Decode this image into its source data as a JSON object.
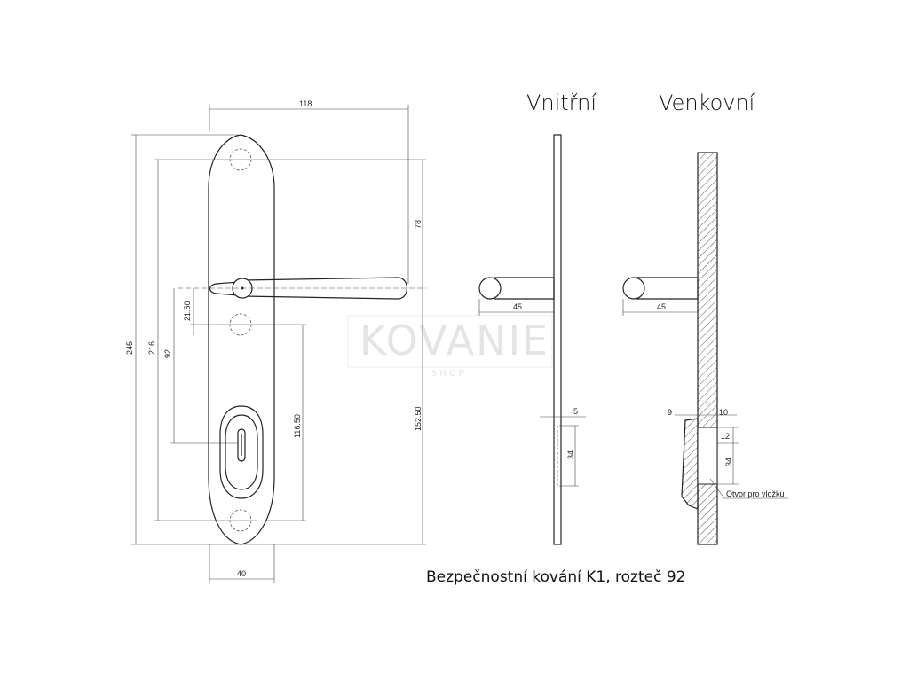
{
  "views": {
    "inner_label": "Vnitřní",
    "outer_label": "Venkovní"
  },
  "caption": "Bezpečnostní kování K1, rozteč 92",
  "watermark": {
    "main": "KOVANIE",
    "sub": "SHOP"
  },
  "front_dims": {
    "width_top": "118",
    "height_total": "245",
    "height_holes": "216",
    "spacing": "92",
    "handle_to_hole": "21.50",
    "handle_from_top": "78",
    "handle_to_bottom": "152.50",
    "cylinder_offset": "116.50",
    "width_bottom": "40"
  },
  "inner_dims": {
    "projection": "45",
    "plate": "5",
    "cylinder": "34"
  },
  "outer_dims": {
    "projection": "45",
    "left": "9",
    "right": "10",
    "step": "12",
    "cylinder": "34"
  },
  "callout": "Otvor pro vložku"
}
